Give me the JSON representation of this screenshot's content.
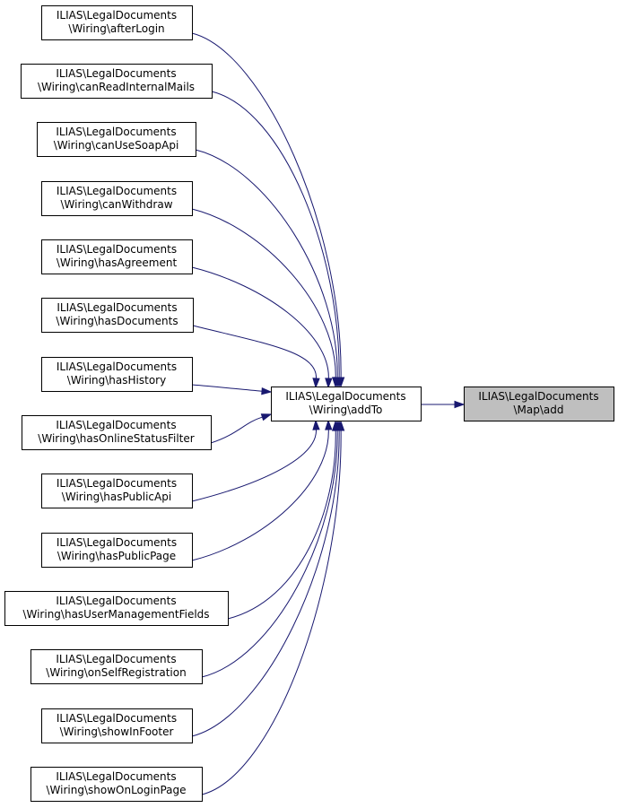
{
  "diagram": {
    "type": "call-graph (caller graph)",
    "target": {
      "id": "map-add",
      "line1": "ILIAS\\LegalDocuments",
      "line2": "\\Map\\add",
      "fill": "#bfbfbf"
    },
    "hub": {
      "id": "wiring-addto",
      "line1": "ILIAS\\LegalDocuments",
      "line2": "\\Wiring\\addTo",
      "fill": "#ffffff"
    },
    "callers": [
      {
        "id": "afterlogin",
        "line1": "ILIAS\\LegalDocuments",
        "line2": "\\Wiring\\afterLogin"
      },
      {
        "id": "canreadinternalmails",
        "line1": "ILIAS\\LegalDocuments",
        "line2": "\\Wiring\\canReadInternalMails"
      },
      {
        "id": "canusesoapapi",
        "line1": "ILIAS\\LegalDocuments",
        "line2": "\\Wiring\\canUseSoapApi"
      },
      {
        "id": "canwithdraw",
        "line1": "ILIAS\\LegalDocuments",
        "line2": "\\Wiring\\canWithdraw"
      },
      {
        "id": "hasagreement",
        "line1": "ILIAS\\LegalDocuments",
        "line2": "\\Wiring\\hasAgreement"
      },
      {
        "id": "hasdocuments",
        "line1": "ILIAS\\LegalDocuments",
        "line2": "\\Wiring\\hasDocuments"
      },
      {
        "id": "hashistory",
        "line1": "ILIAS\\LegalDocuments",
        "line2": "\\Wiring\\hasHistory"
      },
      {
        "id": "hasonlinestatusfilter",
        "line1": "ILIAS\\LegalDocuments",
        "line2": "\\Wiring\\hasOnlineStatusFilter"
      },
      {
        "id": "haspublicapi",
        "line1": "ILIAS\\LegalDocuments",
        "line2": "\\Wiring\\hasPublicApi"
      },
      {
        "id": "haspublicpage",
        "line1": "ILIAS\\LegalDocuments",
        "line2": "\\Wiring\\hasPublicPage"
      },
      {
        "id": "hasusermanagementfields",
        "line1": "ILIAS\\LegalDocuments",
        "line2": "\\Wiring\\hasUserManagementFields"
      },
      {
        "id": "onselfregistration",
        "line1": "ILIAS\\LegalDocuments",
        "line2": "\\Wiring\\onSelfRegistration"
      },
      {
        "id": "showinfooter",
        "line1": "ILIAS\\LegalDocuments",
        "line2": "\\Wiring\\showInFooter"
      },
      {
        "id": "showonloginpage",
        "line1": "ILIAS\\LegalDocuments",
        "line2": "\\Wiring\\showOnLoginPage"
      }
    ],
    "edges": [
      {
        "from": "afterlogin",
        "to": "wiring-addto"
      },
      {
        "from": "canreadinternalmails",
        "to": "wiring-addto"
      },
      {
        "from": "canusesoapapi",
        "to": "wiring-addto"
      },
      {
        "from": "canwithdraw",
        "to": "wiring-addto"
      },
      {
        "from": "hasagreement",
        "to": "wiring-addto"
      },
      {
        "from": "hasdocuments",
        "to": "wiring-addto"
      },
      {
        "from": "hashistory",
        "to": "wiring-addto"
      },
      {
        "from": "hasonlinestatusfilter",
        "to": "wiring-addto"
      },
      {
        "from": "haspublicapi",
        "to": "wiring-addto"
      },
      {
        "from": "haspublicpage",
        "to": "wiring-addto"
      },
      {
        "from": "hasusermanagementfields",
        "to": "wiring-addto"
      },
      {
        "from": "onselfregistration",
        "to": "wiring-addto"
      },
      {
        "from": "showinfooter",
        "to": "wiring-addto"
      },
      {
        "from": "showonloginpage",
        "to": "wiring-addto"
      },
      {
        "from": "wiring-addto",
        "to": "map-add"
      }
    ],
    "edge_color": "#191970"
  }
}
